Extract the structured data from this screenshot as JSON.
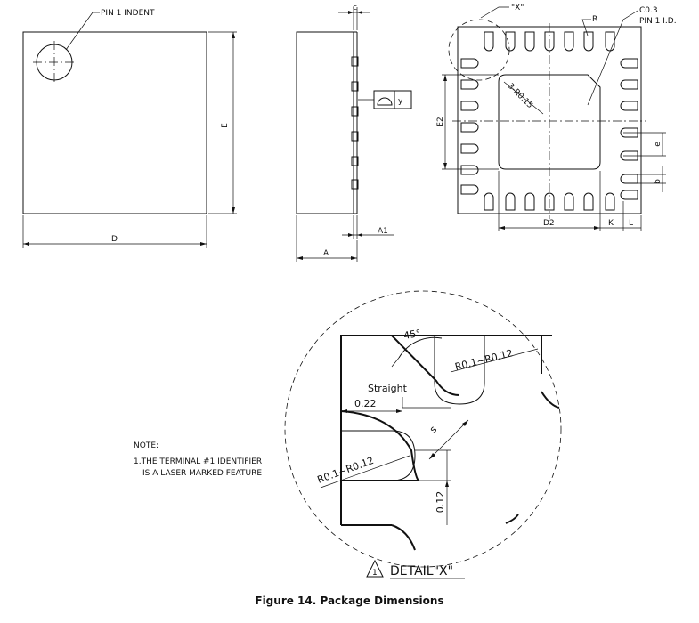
{
  "caption": "Figure 14. Package Dimensions",
  "top_view": {
    "pin1_indent_label": "PIN 1 INDENT",
    "dim_d": "D",
    "dim_e": "E"
  },
  "side_view": {
    "dim_c": "c",
    "dim_y": "y",
    "dim_a1": "A1",
    "dim_a": "A"
  },
  "bottom_view": {
    "detail_ref": "\"X\"",
    "radius_label": "R",
    "chamfer_label": "C0.3",
    "pin1_id_label": "PIN 1 I.D.",
    "pad_radius_label": "3-R0.15",
    "dim_e2": "E2",
    "dim_d2": "D2",
    "dim_k": "K",
    "dim_l": "L",
    "dim_e_pitch": "e",
    "dim_b": "b"
  },
  "notes": {
    "title": "NOTE:",
    "line1": "1.THE TERMINAL #1 IDENTIFIER",
    "line2": "IS A LASER MARKED FEATURE"
  },
  "detail_view": {
    "angle_label": "45°",
    "radius_top": "R0.1~R0.12",
    "straight_label": "Straight",
    "dim_022": "0.22",
    "dim_s": "s",
    "radius_left": "R0.1~R0.12",
    "dim_012": "0.12",
    "marker_number": "1",
    "detail_title": "DETAIL\"X\""
  }
}
